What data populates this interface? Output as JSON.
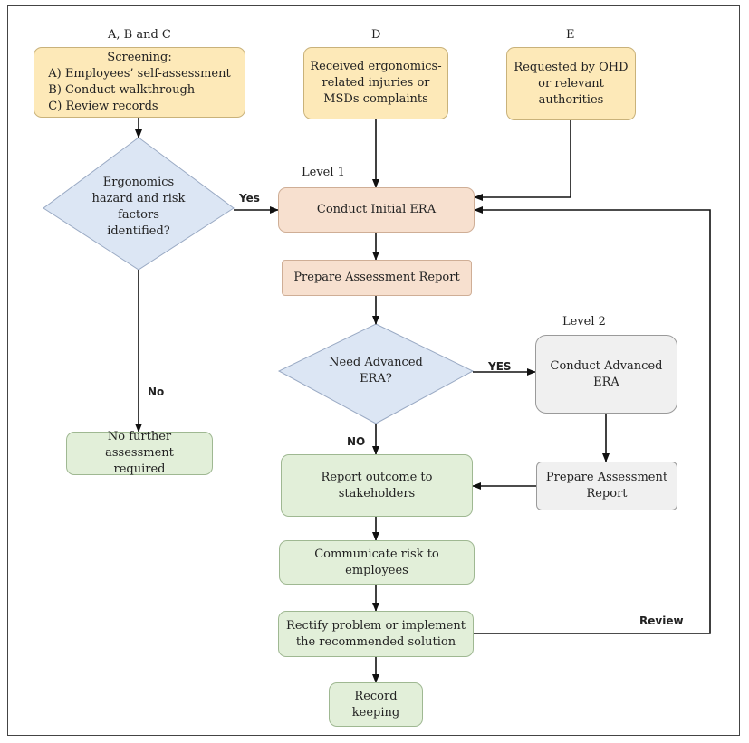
{
  "source_labels": {
    "abc": "A, B and C",
    "d": "D",
    "e": "E"
  },
  "screening": {
    "title": "Screening",
    "items": [
      "A) Employees’ self-assessment",
      "B) Conduct walkthrough",
      "C) Review records"
    ]
  },
  "box_d": {
    "line1": "Received ergonomics-",
    "line2": "related injuries or",
    "line3": "MSDs complaints"
  },
  "box_e": {
    "line1": "Requested by OHD",
    "line2": "or relevant",
    "line3": "authorities"
  },
  "level_labels": {
    "level1": "Level 1",
    "level2": "Level 2"
  },
  "decision1": {
    "line1": "Ergonomics",
    "line2": "hazard and risk",
    "line3": "factors",
    "line4": "identified?"
  },
  "decision2": {
    "line1": "Need Advanced",
    "line2": "ERA?"
  },
  "edge_labels": {
    "yes1": "Yes",
    "no1": "No",
    "yes2": "YES",
    "no2": "NO",
    "review": "Review"
  },
  "nodes": {
    "initial_era": "Conduct Initial ERA",
    "prepare_report": "Prepare Assessment Report",
    "advanced_era_1": "Conduct Advanced",
    "advanced_era_2": "ERA",
    "prepare_report2_1": "Prepare Assessment",
    "prepare_report2_2": "Report",
    "no_further_1": "No further assessment",
    "no_further_2": "required",
    "report_outcome_1": "Report outcome to",
    "report_outcome_2": "stakeholders",
    "communicate": "Communicate risk to employees",
    "rectify_1": "Rectify problem or implement",
    "rectify_2": "the recommended solution",
    "record_1": "Record",
    "record_2": "keeping"
  },
  "colors": {
    "source_fill": "#fde9b8",
    "level1_fill": "#f7e0cf",
    "decision_fill": "#dce6f4",
    "outcome_fill": "#e2efd9",
    "level2_fill": "#f0f0f0"
  }
}
